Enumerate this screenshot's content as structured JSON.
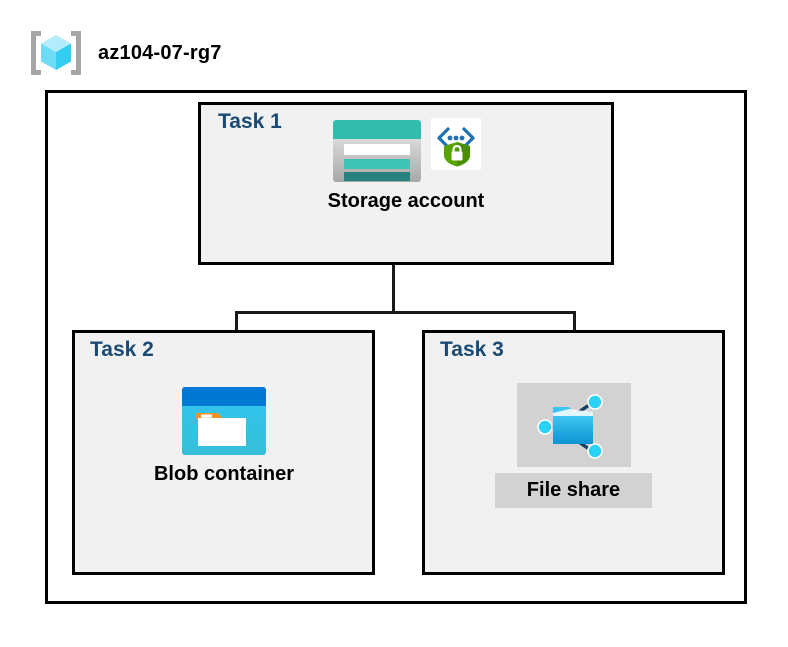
{
  "resource_group": {
    "icon": "resource-group-cube-icon",
    "title": "az104-07-rg7"
  },
  "tasks": [
    {
      "label": "Task 1",
      "node": {
        "caption": "Storage account",
        "icons": [
          "storage-account-icon",
          "secure-endpoint-shield-icon"
        ],
        "caption_banded": false
      }
    },
    {
      "label": "Task 2",
      "node": {
        "caption": "Blob container",
        "icons": [
          "blob-container-icon"
        ],
        "caption_banded": false
      }
    },
    {
      "label": "Task 3",
      "node": {
        "caption": "File share",
        "icons": [
          "file-share-icon"
        ],
        "caption_banded": true
      }
    }
  ],
  "connectors": [
    {
      "name": "storage-to-branch-trunk",
      "from": "Task 1",
      "to": "branch"
    },
    {
      "name": "branch-to-blob-container",
      "from": "branch",
      "to": "Task 2"
    },
    {
      "name": "branch-to-file-share",
      "from": "branch",
      "to": "Task 3"
    }
  ],
  "colors": {
    "task_label": "#1a4a73",
    "box_fill": "#f1f1f1",
    "box_border": "#000000",
    "connector": "#1a1a1a",
    "storage_teal": "#32bcad",
    "storage_teal_dark": "#2a7f7a",
    "blob_blue": "#0078d4",
    "blob_cyan": "#32c5f4",
    "blob_orange": "#f7921e",
    "shield_green": "#57a300",
    "cube_cyan": "#32d0f2",
    "icon_band_gray": "#d2d2d2"
  }
}
